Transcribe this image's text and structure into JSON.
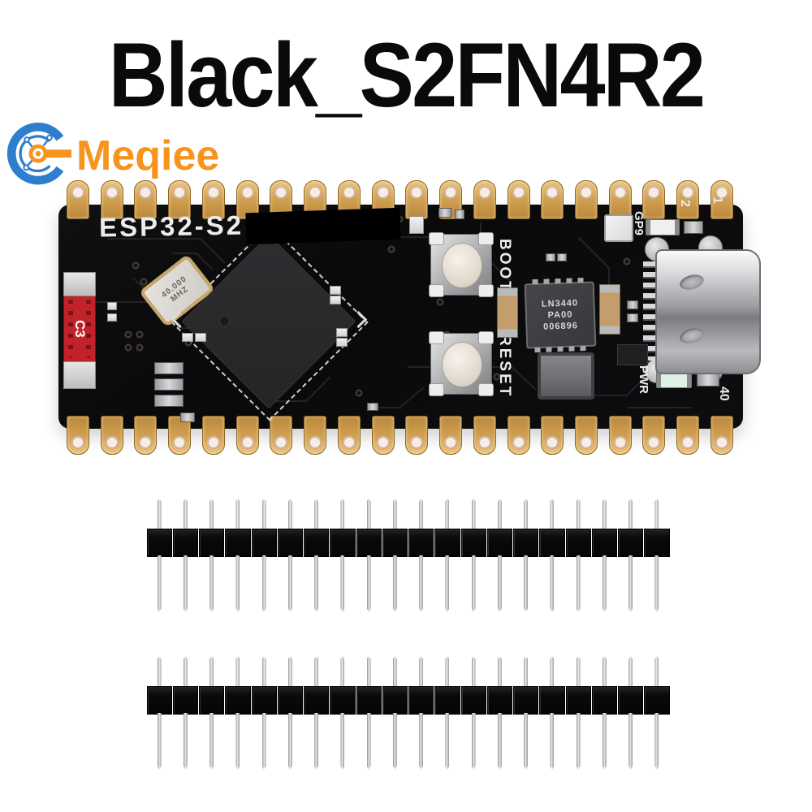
{
  "title": "Black_S2FN4R2",
  "brand": {
    "name": "Meqiee"
  },
  "colors": {
    "brand_blue": "#2e7ece",
    "brand_orange": "#f7941d",
    "pcb_black": "#0b0b0d",
    "gold_pin": "#d3a152",
    "pin_hole_pink": "#e9cabb",
    "red_component": "#c2232a",
    "silver": "#cfd0d2"
  },
  "board": {
    "model_silkscreen": "ESP32-S2",
    "crystal_marking_line1": "40.000",
    "crystal_marking_line2": "MHZ",
    "c3_label": "C3",
    "boot_label": "BOOT",
    "reset_label": "RESET",
    "regulator_marking_line1": "LN3440",
    "regulator_marking_line2": "PA00",
    "regulator_marking_line3": "006896",
    "gp9_label": "GP9",
    "pwr_label": "PWR",
    "pin1_label": "1",
    "pin2_label": "2",
    "pin40_label": "40",
    "pins_per_edge": 20
  },
  "pin_headers": {
    "strips": 2,
    "pins_per_strip": 20
  }
}
